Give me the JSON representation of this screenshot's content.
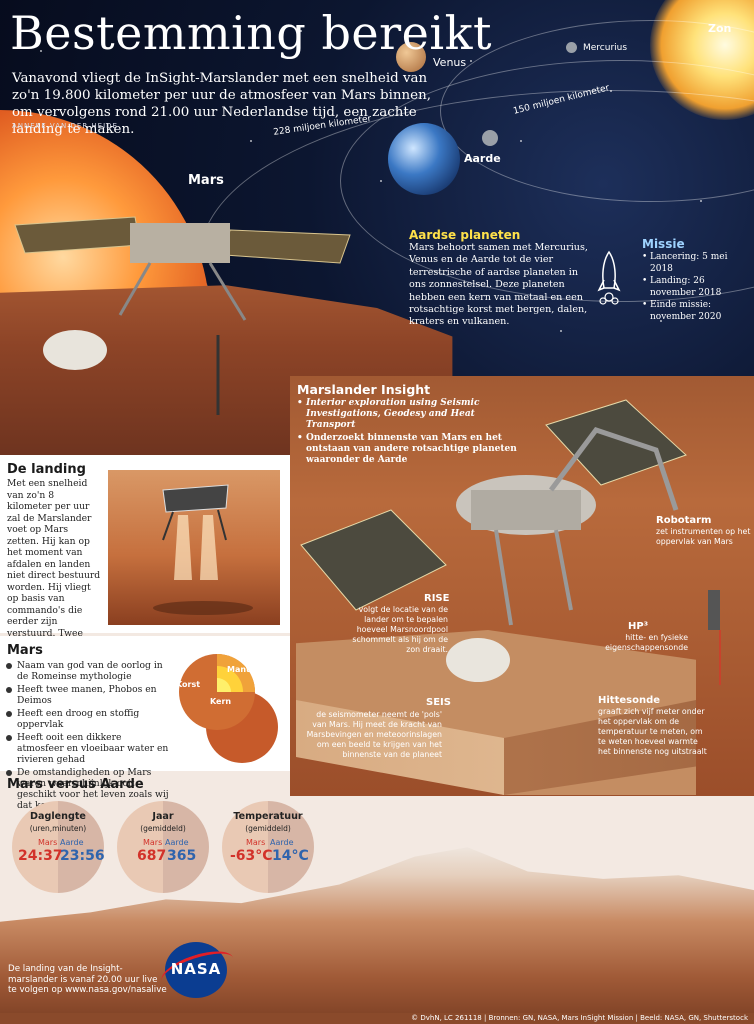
{
  "header": {
    "title": "Bestemming bereikt",
    "intro": "Vanavond vliegt de InSight-Marslander met een snelheid van zo'n 19.800 kilometer per uur de atmosfeer van Mars binnen, om vervolgens rond 21.00 uur Nederlandse tijd, een zachte landing te maken.",
    "author": "ANNEKE VAN DER HEIDE"
  },
  "space": {
    "zon": "Zon",
    "venus": "Venus",
    "mercurius": "Mercurius",
    "aarde": "Aarde",
    "mars": "Mars",
    "dist_aarde_mars": "228 miljoen kilometer",
    "dist_zon_aarde": "150 miljoen kilometer"
  },
  "aardse": {
    "heading": "Aardse planeten",
    "body": "Mars behoort samen met Mercurius, Venus en de Aarde tot de vier terrestrische of aardse planeten in ons zonnestelsel. Deze planeten hebben een kern van metaal en een rotsachtige korst met bergen, dalen, kraters en vulkanen."
  },
  "missie": {
    "heading": "Missie",
    "items": [
      "Lancering: 5 mei 2018",
      "Landing: 26 november 2018",
      "Einde missie: november 2020"
    ]
  },
  "landing": {
    "heading": "De landing",
    "body": "Met een snelheid van zo'n 8 kilometer per uur zal de Marslander voet op Mars zetten. Hij kan op het moment van afdalen en landen niet direct bestuurd worden. Hij vliegt op basis van commando's die eerder zijn verstuurd. Twee nanosatellieten die de lander vergezellen kunnen binnen acht minuten laten weten of de landing geslaagd is."
  },
  "mars_facts": {
    "heading": "Mars",
    "items": [
      "Naam van god van de oorlog in de Romeinse mythologie",
      "Heeft twee manen, Phobos en Deimos",
      "Heeft een droog en stoffig oppervlak",
      "Heeft ooit een dikkere atmosfeer en vloeibaar water en rivieren gehad",
      "De omstandigheden op Mars waren waarschijnlijk ooit geschikt voor het leven zoals wij dat kennen"
    ],
    "globe": {
      "mantel": "Mantel",
      "korst": "Korst",
      "kern": "Kern"
    }
  },
  "insight": {
    "heading": "Marslander Insight",
    "items": [
      "Interior exploration using Seismic Investigations, Geodesy and Heat Transport",
      "Onderzoekt binnenste van Mars en het ontstaan van andere rotsachtige planeten waaronder de Aarde"
    ],
    "robotarm": {
      "h": "Robotarm",
      "b": "zet instrumenten op het oppervlak van Mars"
    },
    "rise": {
      "h": "RISE",
      "b": "volgt de locatie van de lander om te bepalen hoeveel Marsnoordpool schommelt als hij om de zon draait."
    },
    "hp3": {
      "h": "HP³",
      "b": "hitte- en fysieke eigenschappensonde"
    },
    "seis": {
      "h": "SEIS",
      "b": "de seismometer neemt de 'pols' van Mars. Hij meet de kracht van Marsbevingen en meteoorinslagen om een beeld te krijgen van het binnenste van de planeet"
    },
    "hittesonde": {
      "h": "Hittesonde",
      "b": "graaft zich vijf meter onder het oppervlak om de temperatuur te meten, om te weten hoeveel warmte het binnenste nog uitstraalt"
    }
  },
  "compare": {
    "heading": "Mars versus Aarde",
    "mars_label": "Mars",
    "aarde_label": "Aarde",
    "items": [
      {
        "title": "Daglengte",
        "sub": "(uren,minuten)",
        "mars": "24:37",
        "aarde": "23:56"
      },
      {
        "title": "Jaar",
        "sub": "(gemiddeld)",
        "mars": "687",
        "aarde": "365"
      },
      {
        "title": "Temperatuur",
        "sub": "(gemiddeld)",
        "mars": "-63°C",
        "aarde": "14°C"
      }
    ]
  },
  "footer": {
    "text": "De landing van de Insight-marslander is vanaf 20.00 uur live te volgen op www.nasa.gov/nasalive",
    "nasa": "NASA",
    "credits": "© DvhN, LC 261118 | Bronnen: GN, NASA, Mars InSight Mission | Beeld: NASA, GN, Shutterstock"
  },
  "colors": {
    "accent_yellow": "#ffe14a",
    "mars_red": "#d2322a",
    "aarde_blue": "#2f64ad"
  }
}
